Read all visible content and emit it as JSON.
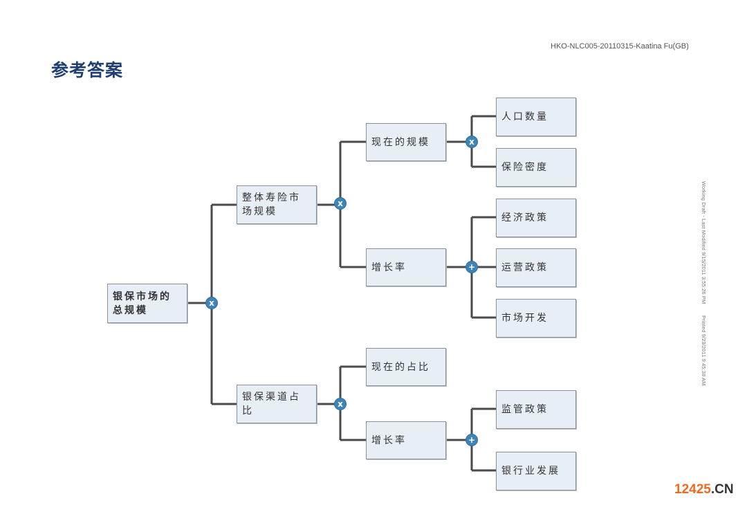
{
  "header": {
    "title": "参考答案",
    "doc_code": "HKO-NLC005-20110315-Kaatina Fu(GB)"
  },
  "side_note": {
    "draft": "Working Draft - Last Modified 9/15/2011 3:55:26 PM",
    "printed": "Printed 9/23/2011 9:45:38 AM"
  },
  "watermark": {
    "number": "12425",
    "domain": ".CN"
  },
  "colors": {
    "title": "#1f3f73",
    "node_fill": "#e8eef5",
    "node_border": "#8a9098",
    "operator": "#3d84b8",
    "connector": "#4a4a4a",
    "watermark": "#f06a1e"
  },
  "tree": {
    "root": {
      "label": "银保市场的总规模",
      "operator": "x"
    },
    "level1": [
      {
        "label": "整体寿险市场规模",
        "operator": "x"
      },
      {
        "label": "银保渠道占比",
        "operator": "x"
      }
    ],
    "level2": [
      {
        "label": "现在的规模",
        "operator": "x"
      },
      {
        "label": "增长率",
        "operator": "+"
      },
      {
        "label": "现在的占比"
      },
      {
        "label": "增长率",
        "operator": "+"
      }
    ],
    "level3": [
      {
        "label": "人口数量"
      },
      {
        "label": "保险密度"
      },
      {
        "label": "经济政策"
      },
      {
        "label": "运营政策"
      },
      {
        "label": "市场开发"
      },
      {
        "label": "监管政策"
      },
      {
        "label": "银行业发展"
      }
    ]
  }
}
